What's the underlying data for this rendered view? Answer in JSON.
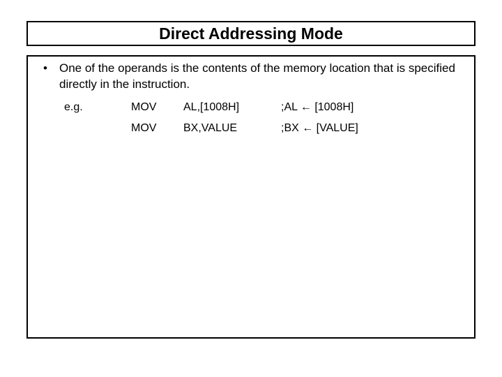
{
  "slide": {
    "title": "Direct Addressing Mode",
    "bullet": {
      "marker": "•",
      "text": "One of the operands is the contents of the memory location that is specified directly in the instruction."
    },
    "example": {
      "label": "e.g.",
      "rows": [
        {
          "mnemonic": "MOV",
          "operands": "AL,[1008H]",
          "comment": ";AL ← [1008H]"
        },
        {
          "mnemonic": "MOV",
          "operands": "BX,VALUE",
          "comment": ";BX ← [VALUE]"
        }
      ]
    }
  },
  "colors": {
    "background": "#ffffff",
    "border": "#000000",
    "text": "#000000"
  }
}
